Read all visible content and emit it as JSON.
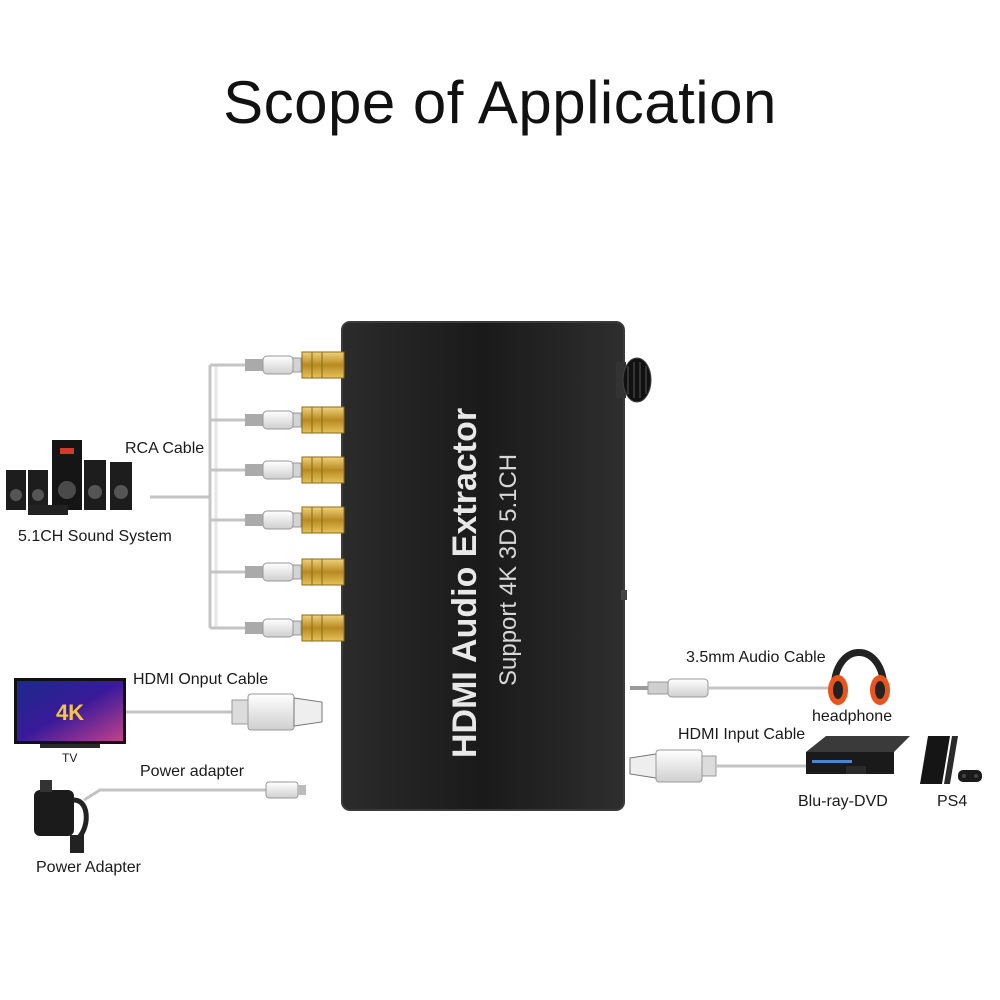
{
  "title": "Scope of Application",
  "device": {
    "name": "HDMI Audio Extractor",
    "subtitle": "Support 4K 3D 5.1CH"
  },
  "labels": {
    "rca_cable": "RCA Cable",
    "sound_system": "5.1CH Sound System",
    "hdmi_output_cable": "HDMI Onput Cable",
    "tv": "TV",
    "tv_badge": "4K",
    "power_adapter_cable": "Power adapter",
    "power_adapter": "Power Adapter",
    "audio_cable": "3.5mm Audio Cable",
    "headphone": "headphone",
    "hdmi_input_cable": "HDMI Input Cable",
    "bluray": "Blu-ray-DVD",
    "ps4": "PS4"
  },
  "colors": {
    "device_body": "#1e1e1e",
    "rca_gold": "#c9a23a",
    "cable": "#bdbdbd",
    "headphone_accent": "#e8541c"
  }
}
